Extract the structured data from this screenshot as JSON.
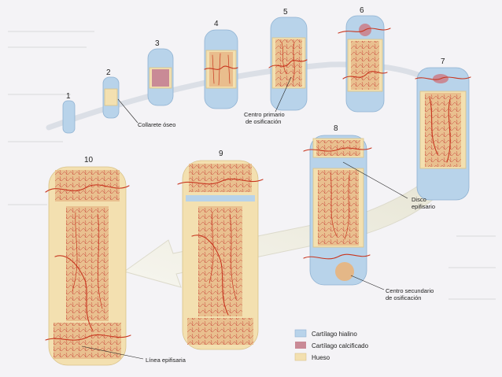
{
  "stages": [
    "1",
    "2",
    "3",
    "4",
    "5",
    "6",
    "7",
    "8",
    "9",
    "10"
  ],
  "labels": {
    "collar": "Collarete óseo",
    "primary_center_line1": "Centro primario",
    "primary_center_line2": "de osificación",
    "disc_line1": "Disco",
    "disc_line2": "epifisario",
    "secondary_center_line1": "Centro secundario",
    "secondary_center_line2": "de osificación",
    "epiphyseal_line": "Línea epifisaria"
  },
  "legend": [
    {
      "label": "Cartílago hialino",
      "color": "#b8d3ea"
    },
    {
      "label": "Cartílago calcificado",
      "color": "#c98a96"
    },
    {
      "label": "Hueso",
      "color": "#f3e0b0"
    }
  ],
  "colors": {
    "hyaline_cartilage": "#b8d3ea",
    "calcified_cartilage": "#c98a96",
    "bone": "#f3e0b0",
    "vessels": "#c8361f",
    "arrow": "#e9e8dd"
  }
}
